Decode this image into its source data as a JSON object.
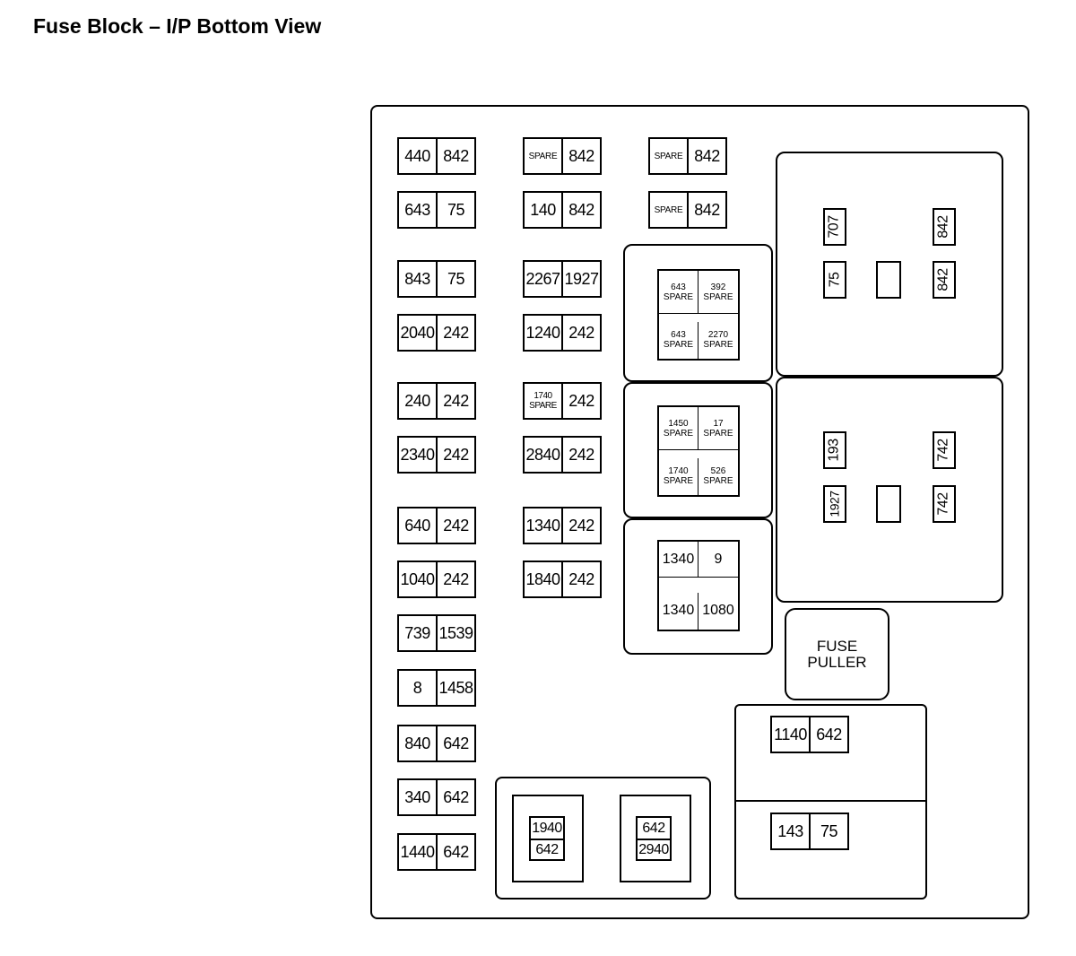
{
  "title": "Fuse Block – I/P Bottom View",
  "fuses": [
    {
      "id": "f1",
      "a": "440",
      "b": "842"
    },
    {
      "id": "f2",
      "a": "643",
      "b": "75"
    },
    {
      "id": "f3",
      "a": "843",
      "b": "75"
    },
    {
      "id": "f4",
      "a": "2040",
      "b": "242"
    },
    {
      "id": "f5",
      "a": "240",
      "b": "242"
    },
    {
      "id": "f6",
      "a": "2340",
      "b": "242"
    },
    {
      "id": "f7",
      "a": "640",
      "b": "242"
    },
    {
      "id": "f8",
      "a": "1040",
      "b": "242"
    },
    {
      "id": "f9",
      "a": "739",
      "b": "1539"
    },
    {
      "id": "f10",
      "a": "8",
      "b": "1458"
    },
    {
      "id": "f11",
      "a": "840",
      "b": "642"
    },
    {
      "id": "f12",
      "a": "340",
      "b": "642"
    },
    {
      "id": "f13",
      "a": "1440",
      "b": "642"
    },
    {
      "id": "f14",
      "a": "SPARE",
      "b": "842"
    },
    {
      "id": "f15",
      "a": "140",
      "b": "842"
    },
    {
      "id": "f16",
      "a": "2267",
      "b": "1927"
    },
    {
      "id": "f17",
      "a": "1240",
      "b": "242"
    },
    {
      "id": "f18",
      "a1": "1740",
      "a2": "SPARE",
      "b": "242"
    },
    {
      "id": "f19",
      "a": "2840",
      "b": "242"
    },
    {
      "id": "f20",
      "a": "1340",
      "b": "242"
    },
    {
      "id": "f21",
      "a": "1840",
      "b": "242"
    },
    {
      "id": "f22",
      "a": "SPARE",
      "b": "842"
    },
    {
      "id": "f23",
      "a": "SPARE",
      "b": "842"
    },
    {
      "id": "f24",
      "a": "1140",
      "b": "642"
    },
    {
      "id": "f25",
      "a": "143",
      "b": "75"
    }
  ],
  "relays": [
    {
      "id": "r1",
      "tl": [
        "643",
        "SPARE"
      ],
      "tr": [
        "392",
        "SPARE"
      ],
      "bl": [
        "643",
        "SPARE"
      ],
      "br": [
        "2270",
        "SPARE"
      ]
    },
    {
      "id": "r2",
      "tl": [
        "1450",
        "SPARE"
      ],
      "tr": [
        "17",
        "SPARE"
      ],
      "bl": [
        "1740",
        "SPARE"
      ],
      "br": [
        "526",
        "SPARE"
      ]
    },
    {
      "id": "r3",
      "tl": "1340",
      "tr": "9",
      "bl": "1340",
      "br": "1080"
    }
  ],
  "large_relays": [
    {
      "id": "L1",
      "top_left": "707",
      "bottom_left": "75",
      "top_right": "842",
      "bottom_right": "842"
    },
    {
      "id": "L2",
      "top_left": "193",
      "bottom_left": "1927",
      "top_right": "742",
      "bottom_right": "742"
    }
  ],
  "stacks": [
    {
      "id": "s1",
      "top": "1940",
      "bottom": "642"
    },
    {
      "id": "s2",
      "top": "642",
      "bottom": "2940"
    }
  ],
  "fuse_puller": {
    "line1": "FUSE",
    "line2": "PULLER"
  }
}
